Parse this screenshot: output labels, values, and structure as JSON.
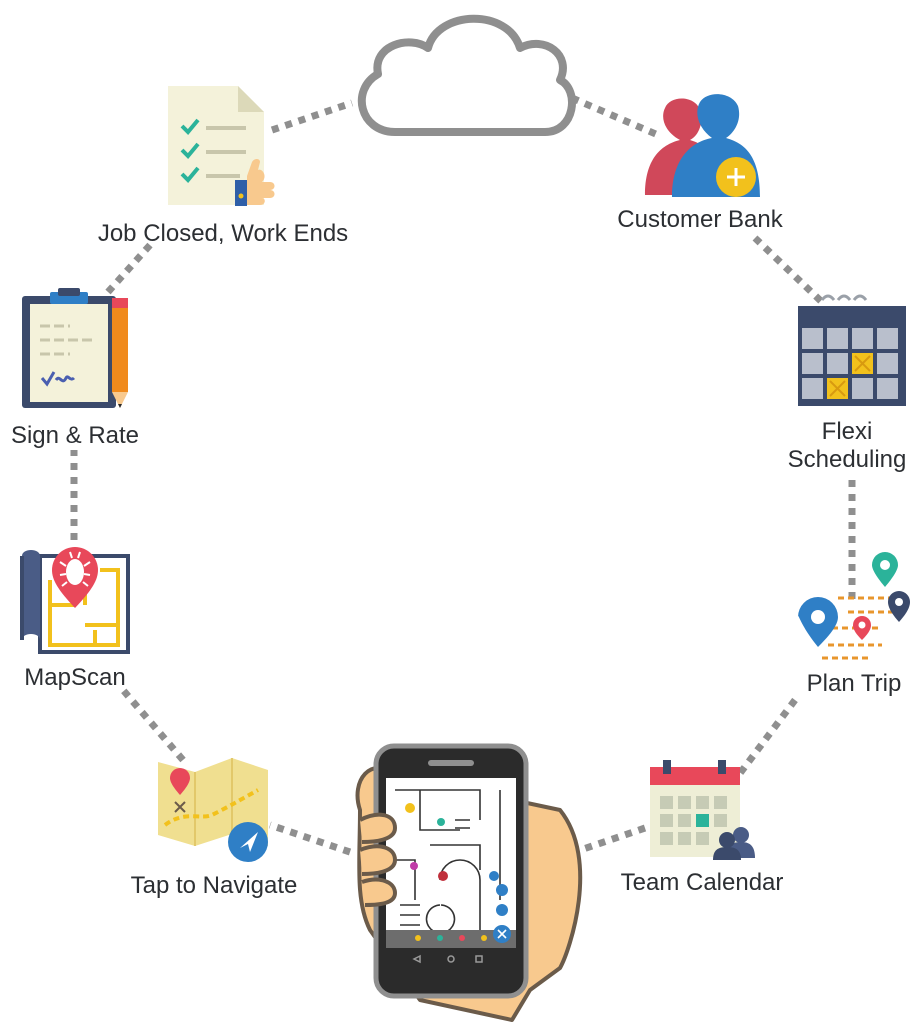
{
  "diagram": {
    "nodes": [
      {
        "id": "cloud",
        "icon": "cloud-icon",
        "label": ""
      },
      {
        "id": "customer-bank",
        "icon": "users-add-icon",
        "label": "Customer Bank"
      },
      {
        "id": "flexi-scheduling",
        "icon": "calendar-grid-icon",
        "label_lines": [
          "Flexi",
          "Scheduling"
        ]
      },
      {
        "id": "plan-trip",
        "icon": "map-pins-route-icon",
        "label": "Plan Trip"
      },
      {
        "id": "team-calendar",
        "icon": "team-calendar-icon",
        "label": "Team Calendar"
      },
      {
        "id": "phone",
        "icon": "phone-floorplan-icon",
        "label": ""
      },
      {
        "id": "tap-to-navigate",
        "icon": "folded-map-navigation-icon",
        "label": "Tap to Navigate"
      },
      {
        "id": "mapscan",
        "icon": "blueprint-bug-icon",
        "label": "MapScan"
      },
      {
        "id": "sign-rate",
        "icon": "clipboard-pencil-icon",
        "label": "Sign & Rate"
      },
      {
        "id": "job-closed",
        "icon": "checklist-thumbs-up-icon",
        "label": "Job Closed, Work Ends"
      }
    ],
    "colors": {
      "connector": "#8f8f8f",
      "text": "#2c2f33",
      "blue": "#2f7fc6",
      "red": "#d84b5c",
      "yellow": "#f2c11c",
      "navy": "#3b4a6b"
    }
  }
}
